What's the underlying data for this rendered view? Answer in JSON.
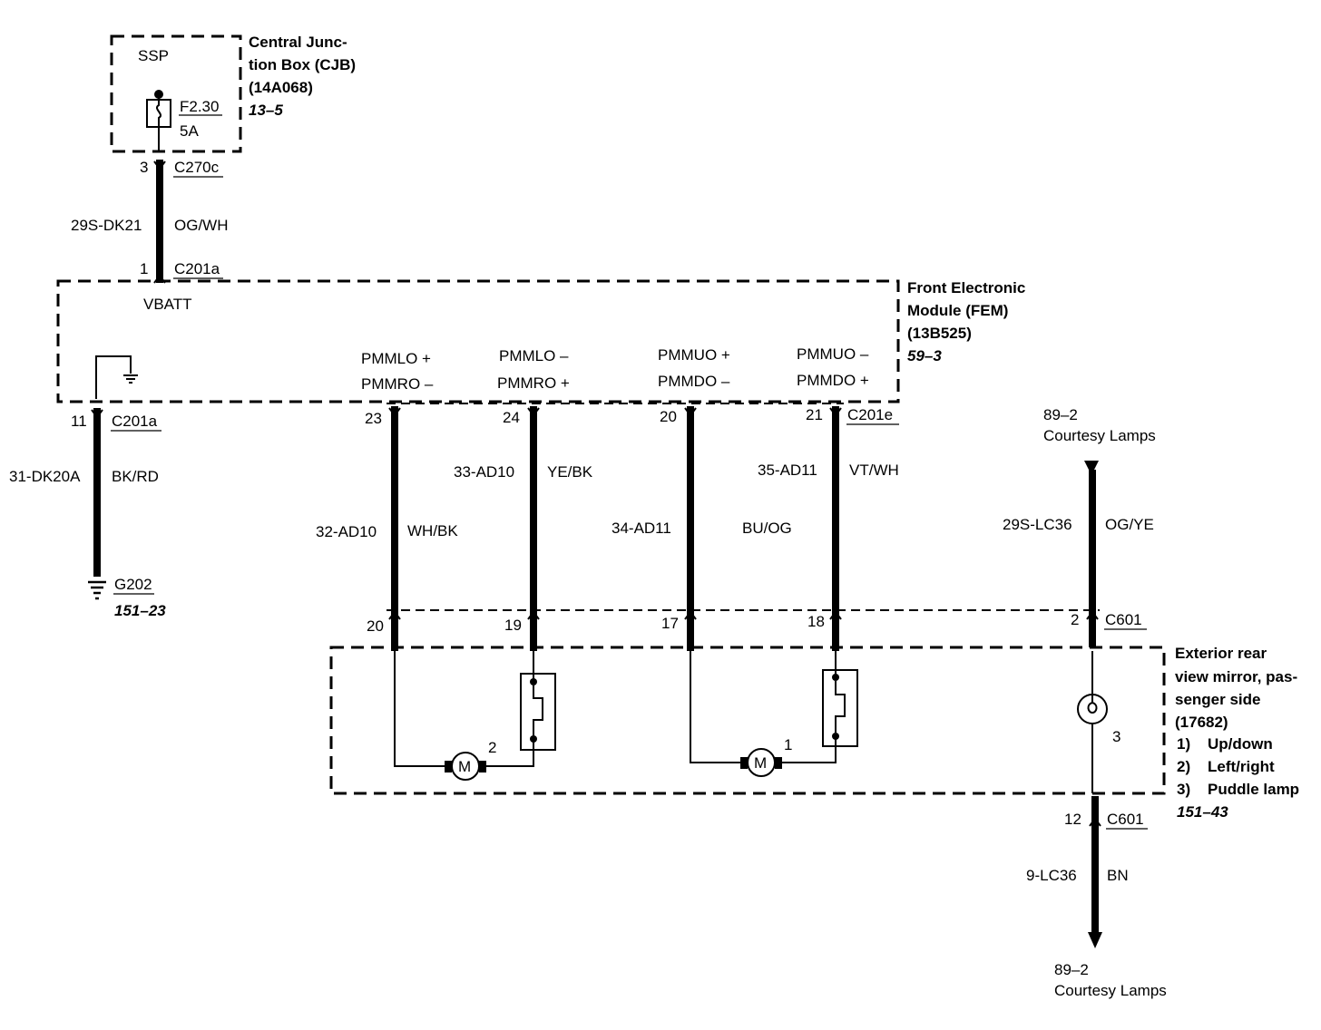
{
  "cjb": {
    "inner_label": "SSP",
    "fuse_id": "F2.30",
    "fuse_rating": "5A",
    "title_line1": "Central Junc-",
    "title_line2": "tion Box (CJB)",
    "part_no": "(14A068)",
    "ref": "13–5"
  },
  "feed": {
    "pin_top": "3",
    "connector_top": "C270c",
    "circuit": "29S-DK21",
    "color": "OG/WH",
    "pin_bottom": "1",
    "connector_bottom": "C201a"
  },
  "fem": {
    "vbatt": "VBATT",
    "title_line1": "Front Electronic",
    "title_line2": "Module (FEM)",
    "part_no": "(13B525)",
    "ref": "59–3",
    "signals": [
      {
        "line1": "PMMLO +",
        "line2": "PMMRO –"
      },
      {
        "line1": "PMMLO –",
        "line2": "PMMRO +"
      },
      {
        "line1": "PMMUO +",
        "line2": "PMMDO –"
      },
      {
        "line1": "PMMUO –",
        "line2": "PMMDO +"
      }
    ],
    "connector": "C201e"
  },
  "ground": {
    "pin": "11",
    "connector": "C201a",
    "circuit": "31-DK20A",
    "color": "BK/RD",
    "ground_id": "G202",
    "ref": "151–23"
  },
  "wires": [
    {
      "fem_pin": "23",
      "circuit": "32-AD10",
      "color": "WH/BK",
      "mirror_pin": "20"
    },
    {
      "fem_pin": "24",
      "circuit": "33-AD10",
      "color": "YE/BK",
      "mirror_pin": "19"
    },
    {
      "fem_pin": "20",
      "circuit": "34-AD11",
      "color": "BU/OG",
      "mirror_pin": "17"
    },
    {
      "fem_pin": "21",
      "circuit": "35-AD11",
      "color": "VT/WH",
      "mirror_pin": "18"
    }
  ],
  "courtesy": {
    "top_ref": "89–2",
    "top_label": "Courtesy Lamps",
    "circuit": "29S-LC36",
    "color": "OG/YE",
    "pin_top": "2",
    "connector_top": "C601",
    "pin_bottom": "12",
    "connector_bottom": "C601",
    "circuit_bottom": "9-LC36",
    "color_bottom": "BN",
    "bottom_ref": "89–2",
    "bottom_label": "Courtesy Lamps"
  },
  "mirror": {
    "motor_letter": "M",
    "motor2_num": "2",
    "motor1_num": "1",
    "lamp_num": "3",
    "title_line1": "Exterior rear",
    "title_line2": "view mirror, pas-",
    "title_line3": "senger side",
    "part_no": "(17682)",
    "items": [
      {
        "num": "1)",
        "text": "Up/down"
      },
      {
        "num": "2)",
        "text": "Left/right"
      },
      {
        "num": "3)",
        "text": "Puddle lamp"
      }
    ],
    "ref": "151–43"
  }
}
